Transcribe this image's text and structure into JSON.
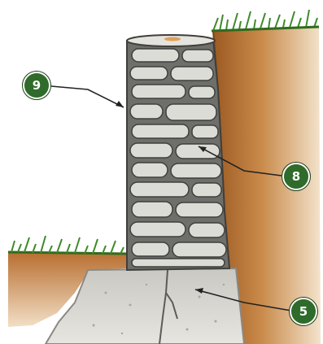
{
  "callouts": [
    {
      "id": "9",
      "label": "9"
    },
    {
      "id": "8",
      "label": "8"
    },
    {
      "id": "5",
      "label": "5"
    }
  ],
  "colors": {
    "soil_dark": "#b06a2a",
    "soil_light": "#f1dcbf",
    "grass": "#3f8a2b",
    "stone_fill": "#dcdcd6",
    "mortar": "#6e6e6a",
    "foundation": "#c8c7c1",
    "callout_fill": "#2f6b2a"
  }
}
